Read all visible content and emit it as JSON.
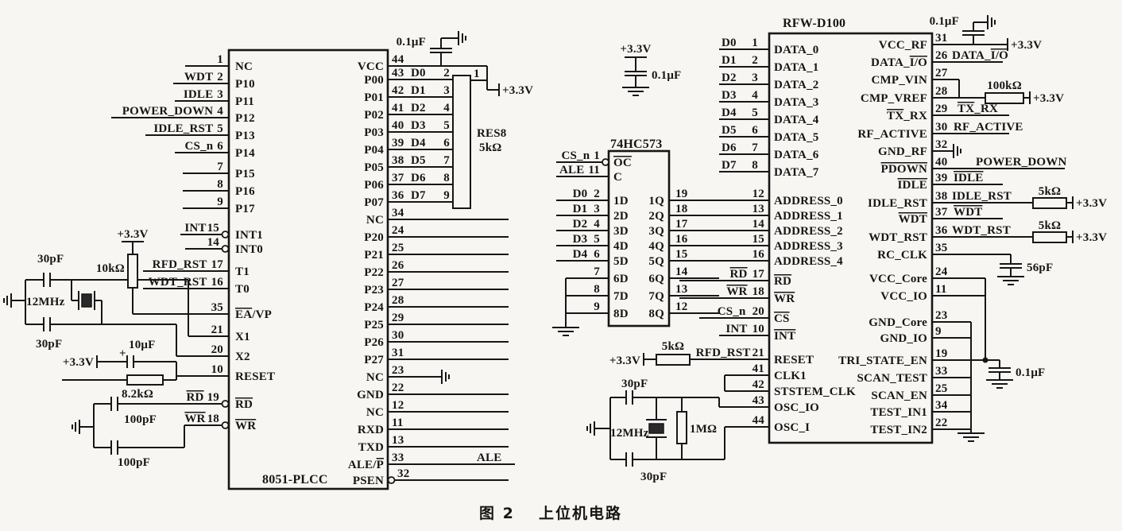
{
  "figure": {
    "fig_label": "图 2",
    "title": "上位机电路"
  },
  "colors": {
    "ink": "#161616",
    "paper": "#f7f6f2"
  },
  "values": {
    "v33": "+3.3V",
    "plus": "+",
    "c100n": "0.1μF",
    "c30p": "30pF",
    "c100p": "100pF",
    "c10u": "10μF",
    "c56p": "56pF",
    "r10k": "10kΩ",
    "r8k2": "8.2kΩ",
    "r5k": "5kΩ",
    "r100k": "100kΩ",
    "r1m": "1MΩ",
    "xtal": "12MHz"
  },
  "rn": {
    "name": "RES8",
    "value": "5kΩ",
    "pin1": "1"
  },
  "u1": {
    "name": "8051-PLCC",
    "left": [
      {
        "net": "",
        "pin": "1",
        "label": "NC"
      },
      {
        "net": "WDT",
        "pin": "2",
        "label": "P10"
      },
      {
        "net": "IDLE",
        "pin": "3",
        "label": "P11"
      },
      {
        "net": "POWER_DOWN",
        "pin": "4",
        "label": "P12"
      },
      {
        "net": "IDLE_RST",
        "pin": "5",
        "label": "P13"
      },
      {
        "net": "CS_n",
        "pin": "6",
        "label": "P14"
      },
      {
        "net": "",
        "pin": "7",
        "label": "P15"
      },
      {
        "net": "",
        "pin": "8",
        "label": "P16"
      },
      {
        "net": "",
        "pin": "9",
        "label": "P17"
      },
      {
        "net": "INT",
        "pin": "15",
        "label": "INT1"
      },
      {
        "net": "",
        "pin": "14",
        "label": "INT0"
      },
      {
        "net": "RFD_RST",
        "pin": "17",
        "label": "T1"
      },
      {
        "net": "WDT_RST",
        "pin": "16",
        "label": "T0"
      },
      {
        "net": "",
        "pin": "35",
        "label_a": "EA",
        "label_b": "/VP"
      },
      {
        "net": "",
        "pin": "21",
        "label": "X1"
      },
      {
        "net": "",
        "pin": "20",
        "label": "X2"
      },
      {
        "net": "",
        "pin": "10",
        "label": "RESET"
      },
      {
        "net": "RD",
        "pin": "19",
        "label": "RD"
      },
      {
        "net": "WR",
        "pin": "18",
        "label": "WR"
      }
    ],
    "right": [
      {
        "label": "VCC",
        "pin": "44",
        "net": "",
        "respin": ""
      },
      {
        "label": "P00",
        "pin": "43",
        "net": "D0",
        "respin": "2"
      },
      {
        "label": "P01",
        "pin": "42",
        "net": "D1",
        "respin": "3"
      },
      {
        "label": "P02",
        "pin": "41",
        "net": "D2",
        "respin": "4"
      },
      {
        "label": "P03",
        "pin": "40",
        "net": "D3",
        "respin": "5"
      },
      {
        "label": "P04",
        "pin": "39",
        "net": "D4",
        "respin": "6"
      },
      {
        "label": "P05",
        "pin": "38",
        "net": "D5",
        "respin": "7"
      },
      {
        "label": "P06",
        "pin": "37",
        "net": "D6",
        "respin": "8"
      },
      {
        "label": "P07",
        "pin": "36",
        "net": "D7",
        "respin": "9"
      },
      {
        "label": "NC",
        "pin": "34"
      },
      {
        "label": "P20",
        "pin": "24"
      },
      {
        "label": "P21",
        "pin": "25"
      },
      {
        "label": "P22",
        "pin": "26"
      },
      {
        "label": "P23",
        "pin": "27"
      },
      {
        "label": "P24",
        "pin": "28"
      },
      {
        "label": "P25",
        "pin": "29"
      },
      {
        "label": "P26",
        "pin": "30"
      },
      {
        "label": "P27",
        "pin": "31"
      },
      {
        "label": "NC",
        "pin": "23"
      },
      {
        "label": "GND",
        "pin": "22"
      },
      {
        "label": "NC",
        "pin": "12"
      },
      {
        "label": "RXD",
        "pin": "11"
      },
      {
        "label": "TXD",
        "pin": "13"
      },
      {
        "label_a": "ALE/",
        "label_b": "P",
        "pin": "33",
        "net": "ALE"
      },
      {
        "label": "PSEN",
        "pin": "32"
      }
    ]
  },
  "u2": {
    "name": "74HC573",
    "left": [
      {
        "net": "CS_n",
        "pin": "1",
        "label": "OC"
      },
      {
        "net": "ALE",
        "pin": "11",
        "label": "C"
      },
      {
        "net": "D0",
        "pin": "2",
        "label": "1D"
      },
      {
        "net": "D1",
        "pin": "3",
        "label": "2D"
      },
      {
        "net": "D2",
        "pin": "4",
        "label": "3D"
      },
      {
        "net": "D3",
        "pin": "5",
        "label": "4D"
      },
      {
        "net": "D4",
        "pin": "6",
        "label": "5D"
      },
      {
        "net": "",
        "pin": "7",
        "label": "6D"
      },
      {
        "net": "",
        "pin": "8",
        "label": "7D"
      },
      {
        "net": "",
        "pin": "9",
        "label": "8D"
      }
    ],
    "right": [
      {
        "label": "1Q",
        "pin": "19"
      },
      {
        "label": "2Q",
        "pin": "18"
      },
      {
        "label": "3Q",
        "pin": "17"
      },
      {
        "label": "4Q",
        "pin": "16"
      },
      {
        "label": "5Q",
        "pin": "15"
      },
      {
        "label": "6Q",
        "pin": "14"
      },
      {
        "label": "7Q",
        "pin": "13"
      },
      {
        "label": "8Q",
        "pin": "12"
      }
    ]
  },
  "u3": {
    "name": "RFW-D100",
    "left": [
      {
        "net": "D0",
        "pin": "1",
        "label": "DATA_0"
      },
      {
        "net": "D1",
        "pin": "2",
        "label": "DATA_1"
      },
      {
        "net": "D2",
        "pin": "3",
        "label": "DATA_2"
      },
      {
        "net": "D3",
        "pin": "4",
        "label": "DATA_3"
      },
      {
        "net": "D4",
        "pin": "5",
        "label": "DATA_4"
      },
      {
        "net": "D5",
        "pin": "6",
        "label": "DATA_5"
      },
      {
        "net": "D6",
        "pin": "7",
        "label": "DATA_6"
      },
      {
        "net": "D7",
        "pin": "8",
        "label": "DATA_7"
      },
      {
        "net": "",
        "pin": "12",
        "label": "ADDRESS_0"
      },
      {
        "net": "",
        "pin": "13",
        "label": "ADDRESS_1"
      },
      {
        "net": "",
        "pin": "14",
        "label": "ADDRESS_2"
      },
      {
        "net": "",
        "pin": "15",
        "label": "ADDRESS_3"
      },
      {
        "net": "",
        "pin": "16",
        "label": "ADDRESS_4"
      },
      {
        "net": "RD",
        "pin": "17",
        "label": "RD"
      },
      {
        "net": "WR",
        "pin": "18",
        "label": "WR"
      },
      {
        "net": "CS_n",
        "pin": "20",
        "label": "CS"
      },
      {
        "net": "INT",
        "pin": "10",
        "label": "INT"
      },
      {
        "net": "RFD_RST",
        "pin": "21",
        "label": "RESET"
      },
      {
        "net": "",
        "pin": "41",
        "label": "CLK1"
      },
      {
        "net": "",
        "pin": "42",
        "label": "STSTEM_CLK"
      },
      {
        "net": "",
        "pin": "43",
        "label": "OSC_IO"
      },
      {
        "net": "",
        "pin": "44",
        "label": "OSC_I"
      }
    ],
    "right": [
      {
        "label": "VCC_RF",
        "pin": "31",
        "net": ""
      },
      {
        "label_a": "DATA_",
        "label_b": "I/O",
        "pin": "26",
        "net_a": "DATA_",
        "net_b": "I/O"
      },
      {
        "label": "CMP_VIN",
        "pin": "27",
        "net": ""
      },
      {
        "label": "CMP_VREF",
        "pin": "28",
        "net": ""
      },
      {
        "label_a": "TX",
        "label_b": "_RX",
        "pin": "29",
        "net_a": "TX",
        "net_b": "_RX"
      },
      {
        "label": "RF_ACTIVE",
        "pin": "30",
        "net": "RF_ACTIVE"
      },
      {
        "label": "GND_RF",
        "pin": "32",
        "net": ""
      },
      {
        "label": "PDOWN",
        "pin": "40",
        "net": "POWER_DOWN"
      },
      {
        "label": "IDLE",
        "pin": "39",
        "net": "IDLE"
      },
      {
        "label": "IDLE_RST",
        "pin": "38",
        "net": "IDLE_RST"
      },
      {
        "label": "WDT",
        "pin": "37",
        "net": "WDT"
      },
      {
        "label": "WDT_RST",
        "pin": "36",
        "net": "WDT_RST"
      },
      {
        "label": "RC_CLK",
        "pin": "35",
        "net": ""
      },
      {
        "label": "VCC_Core",
        "pin": "24"
      },
      {
        "label": "VCC_IO",
        "pin": "11"
      },
      {
        "label": "GND_Core",
        "pin": "23"
      },
      {
        "label": "GND_IO",
        "pin": "9"
      },
      {
        "label": "TRI_STATE_EN",
        "pin": "19"
      },
      {
        "label": "SCAN_TEST",
        "pin": "33"
      },
      {
        "label": "SCAN_EN",
        "pin": "25"
      },
      {
        "label": "TEST_IN1",
        "pin": "34"
      },
      {
        "label": "TEST_IN2",
        "pin": "22"
      }
    ]
  }
}
